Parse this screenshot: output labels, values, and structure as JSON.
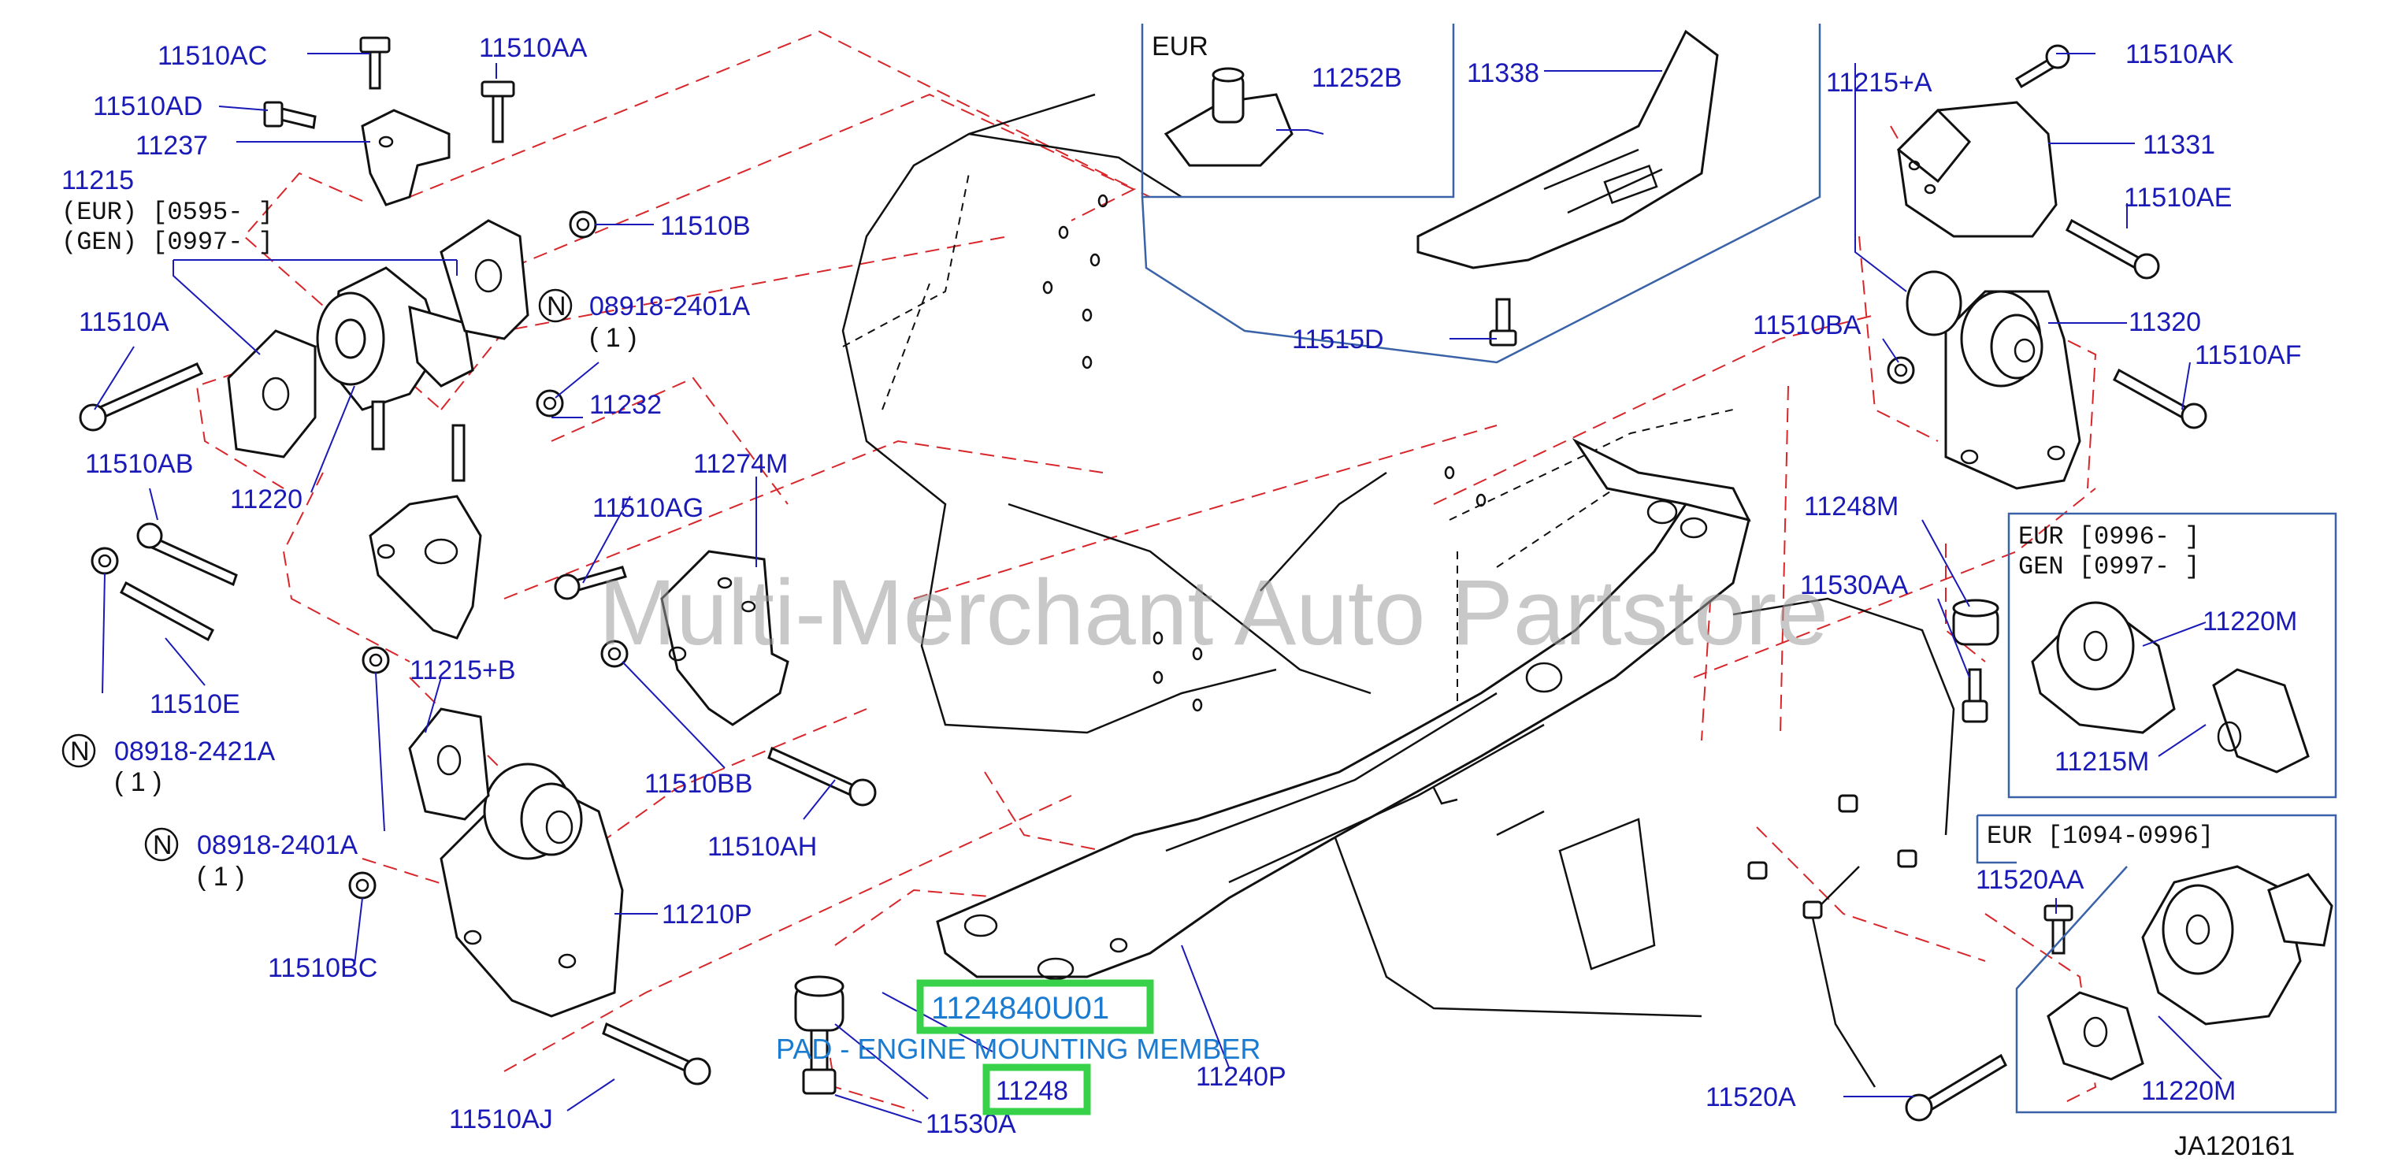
{
  "diagram_id": "JA120161",
  "watermark": "Multi-Merchant Auto Partstore",
  "highlight": {
    "part_number": "1124840U01",
    "part_name": "PAD - ENGINE MOUNTING MEMBER",
    "ref": "11248"
  },
  "callouts": {
    "p11510AC": "11510AC",
    "p11510AA": "11510AA",
    "p11510AD": "11510AD",
    "p11237": "11237",
    "p11215": "11215",
    "p11215_eur": "(EUR)    [0595-             ]",
    "p11215_gen": "(GEN)    [0997-             ]",
    "p11510B": "11510B",
    "n08918_2401A_top": "08918-2401A",
    "n08918_2401A_top_qty": "( 1 )",
    "p11510A": "11510A",
    "p11232": "11232",
    "p11510AB": "11510AB",
    "p11220": "11220",
    "p11274M": "11274M",
    "p11510AG": "11510AG",
    "p11510E": "11510E",
    "n08918_2421A": "08918-2421A",
    "n08918_2421A_qty": "( 1 )",
    "p11215B": "11215+B",
    "p11510BB": "11510BB",
    "p11510AH": "11510AH",
    "n08918_2401A_low": "08918-2401A",
    "n08918_2401A_low_qty": "( 1 )",
    "p11210P": "11210P",
    "p11510BC": "11510BC",
    "p11510AJ": "11510AJ",
    "p11530A": "11530A",
    "p11240P": "11240P",
    "p11252B": "11252B",
    "p11338": "11338",
    "p11515D": "11515D",
    "p11215A": "11215+A",
    "p11510AK": "11510AK",
    "p11331": "11331",
    "p11510AE": "11510AE",
    "p11510BA": "11510BA",
    "p11320": "11320",
    "p11510AF": "11510AF",
    "p11248M": "11248M",
    "p11530AA": "11530AA",
    "p11220M_a": "11220M",
    "p11215M": "11215M",
    "p11520AA": "11520AA",
    "p11520A": "11520A",
    "p11220M_b": "11220M"
  },
  "notes": {
    "n_symbol": "N",
    "eur_top": "EUR",
    "box1_line1": "EUR  [0996-              ]",
    "box1_line2": "GEN  [0997-              ]",
    "box2_title": "EUR  [1094-0996]"
  }
}
